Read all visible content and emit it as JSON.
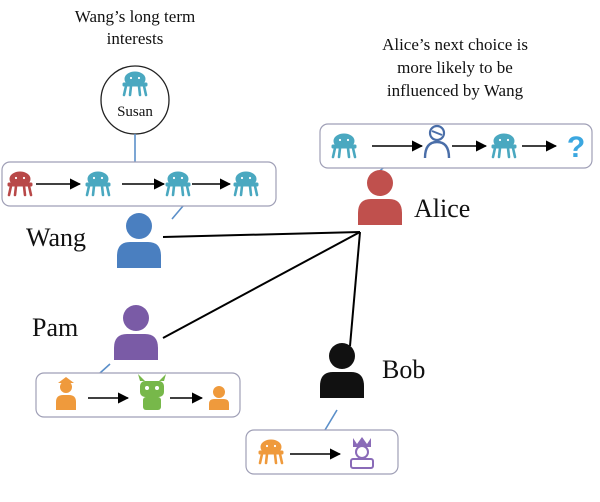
{
  "captions": {
    "wang_interest_line1": "Wang’s long term",
    "wang_interest_line2": "interests",
    "alice_line1": "Alice’s next choice is",
    "alice_line2": "more likely to be",
    "alice_line3": "influenced by Wang"
  },
  "interest_node_label": "Susan",
  "users": {
    "wang": {
      "name": "Wang",
      "color": "#4a7fc0"
    },
    "alice": {
      "name": "Alice",
      "color": "#c0504d"
    },
    "pam": {
      "name": "Pam",
      "color": "#7a5ba6"
    },
    "bob": {
      "name": "Bob",
      "color": "#111111"
    }
  },
  "sequences": {
    "wang": [
      "red-character-icon",
      "teal-character-icon",
      "teal-character-icon",
      "teal-character-icon"
    ],
    "alice": [
      "teal-character-icon",
      "blue-character-icon",
      "teal-character-icon",
      "question-mark-icon"
    ],
    "pam": [
      "orange-character-icon",
      "green-character-icon",
      "orange-person-icon"
    ],
    "bob": [
      "orange-character-icon",
      "purple-character-icon"
    ]
  },
  "question_mark": "?",
  "colors": {
    "teal": "#4aa8c0",
    "red": "#b84848",
    "orange": "#ef9a3c",
    "green": "#77b84a",
    "purple": "#8a6bb8",
    "blue": "#4a6ea8",
    "question": "#3ba7e0",
    "connector": "#5b8fc9",
    "social_edge": "#000000",
    "box_border": "#9f9fb6"
  }
}
